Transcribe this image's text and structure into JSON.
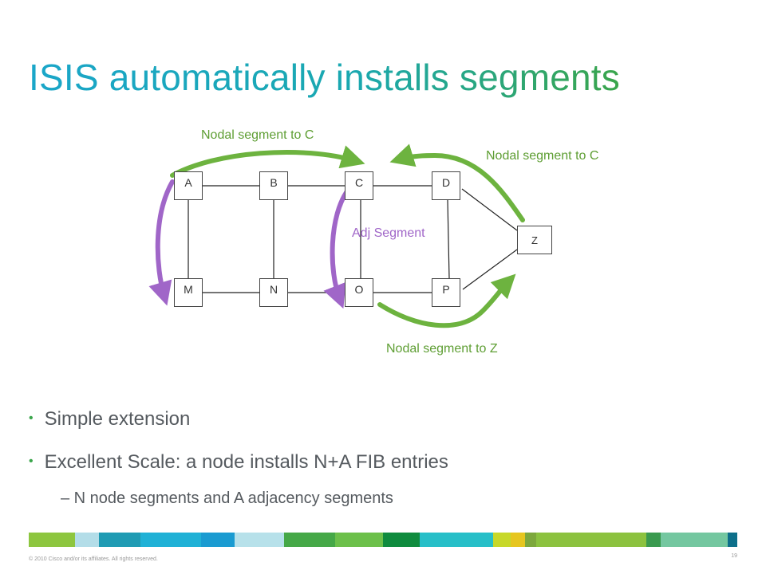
{
  "title": "ISIS automatically installs segments",
  "nodes": {
    "A": "A",
    "B": "B",
    "C": "C",
    "D": "D",
    "M": "M",
    "N": "N",
    "O": "O",
    "P": "P",
    "Z": "Z"
  },
  "labels": {
    "top": "Nodal segment to C",
    "right": "Nodal segment to C",
    "adj": "Adj Segment",
    "bottom": "Nodal segment to Z"
  },
  "bullets": [
    "Simple extension",
    "Excellent Scale: a node installs N+A FIB entries"
  ],
  "subbullet": "– N node segments and A adjacency segments",
  "footer": "© 2010 Cisco and/or its affiliates. All rights reserved.",
  "page_number": "19",
  "colors": {
    "green": "#6db33f",
    "purple": "#a066c8",
    "title_blue": "#1aa6c9",
    "text_gray": "#555a5f"
  }
}
